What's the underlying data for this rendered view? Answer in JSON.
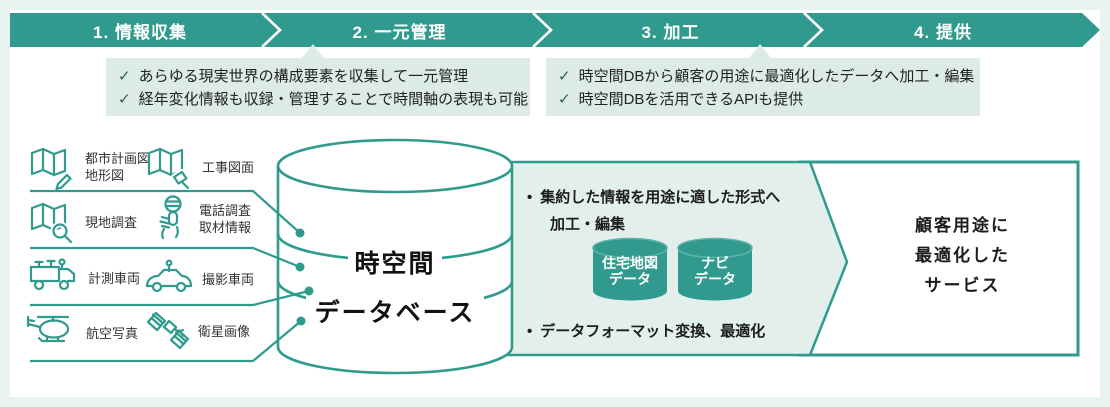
{
  "colors": {
    "teal": "#2f9a8d",
    "mint": "#dcebe7",
    "mint_light": "#e2efeb",
    "page_bg": "#e9f3f0",
    "text": "#333333"
  },
  "banner": {
    "steps": [
      {
        "label": "1. 情報収集"
      },
      {
        "label": "2. 一元管理"
      },
      {
        "label": "3. 加工"
      },
      {
        "label": "4. 提供"
      }
    ]
  },
  "notes": {
    "collection": {
      "items": [
        {
          "check": "✓",
          "text": "あらゆる現実世界の構成要素を収集して一元管理"
        },
        {
          "check": "✓",
          "text": "経年変化情報も収録・管理することで時間軸の表現も可能"
        }
      ]
    },
    "processing": {
      "items": [
        {
          "check": "✓",
          "text": "時空間DBから顧客の用途に最適化したデータへ加工・編集"
        },
        {
          "check": "✓",
          "text": "時空間DBを活用できるAPIも提供"
        }
      ]
    }
  },
  "sources": {
    "items": [
      {
        "icon": "map-pencil-icon",
        "l1": "都市計画図",
        "l2": "地形図"
      },
      {
        "icon": "map-hammer-icon",
        "l1": "工事図面",
        "l2": ""
      },
      {
        "icon": "map-magnifier-icon",
        "l1": "現地調査",
        "l2": ""
      },
      {
        "icon": "microphone-icon",
        "l1": "電話調査",
        "l2": "取材情報"
      },
      {
        "icon": "measuring-van-icon",
        "l1": "計測車両",
        "l2": ""
      },
      {
        "icon": "camera-car-icon",
        "l1": "撮影車両",
        "l2": ""
      },
      {
        "icon": "helicopter-icon",
        "l1": "航空写真",
        "l2": ""
      },
      {
        "icon": "satellite-icon",
        "l1": "衛星画像",
        "l2": ""
      }
    ]
  },
  "database": {
    "line1": "時空間",
    "line2": "データベース"
  },
  "processing_box": {
    "bullet_mark": "•",
    "bullet1_line1": "集約した情報を用途に適した形式へ",
    "bullet1_line2": "加工・編集",
    "bullet2": "データフォーマット変換、最適化",
    "cylinders": [
      {
        "l1": "住宅地図",
        "l2": "データ"
      },
      {
        "l1": "ナビ",
        "l2": "データ"
      }
    ]
  },
  "service_box": {
    "line1": "顧客用途に",
    "line2": "最適化した",
    "line3": "サービス"
  }
}
